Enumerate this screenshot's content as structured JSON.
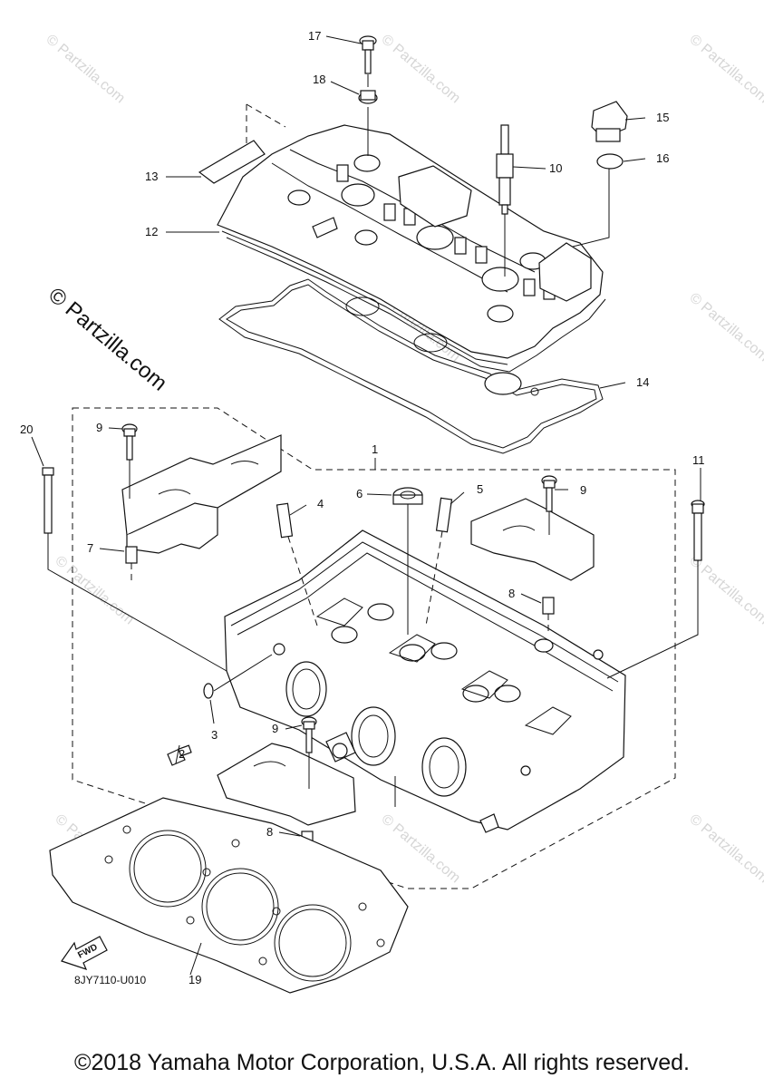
{
  "diagram": {
    "code": "8JY7110-U010",
    "fwd_label": "FWD",
    "watermark_main": "© Partzilla.com",
    "watermark_small": "© Partzilla.com",
    "callouts": [
      "1",
      "2",
      "3",
      "4",
      "5",
      "6",
      "7",
      "8",
      "8",
      "9",
      "9",
      "9",
      "10",
      "11",
      "12",
      "13",
      "14",
      "15",
      "16",
      "17",
      "18",
      "19",
      "20"
    ]
  },
  "footer": {
    "copyright": "©2018 Yamaha Motor Corporation, U.S.A. All rights reserved."
  }
}
